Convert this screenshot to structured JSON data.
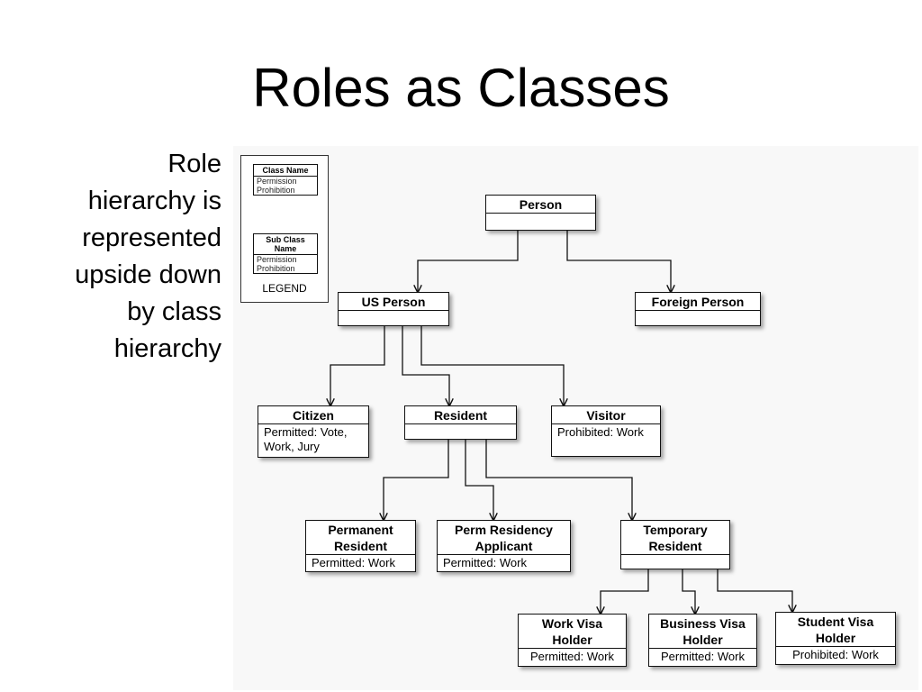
{
  "title": "Roles as Classes",
  "caption": [
    "Role",
    "hierarchy is",
    "represented",
    "upside down",
    "by class",
    "hierarchy"
  ],
  "legend": {
    "class_box": {
      "name": "Class Name",
      "lines": [
        "Permission",
        "Prohibition"
      ]
    },
    "sub_class_box": {
      "name": "Sub Class Name",
      "lines": [
        "Permission",
        "Prohibition"
      ]
    },
    "label": "LEGEND"
  },
  "nodes": {
    "person": {
      "name": "Person",
      "body": ""
    },
    "us_person": {
      "name": "US Person",
      "body": ""
    },
    "foreign_person": {
      "name": "Foreign Person",
      "body": ""
    },
    "citizen": {
      "name": "Citizen",
      "body": "Permitted: Vote, Work, Jury"
    },
    "resident": {
      "name": "Resident",
      "body": ""
    },
    "visitor": {
      "name": "Visitor",
      "body": "Prohibited: Work"
    },
    "permanent_resident": {
      "name": "Permanent Resident",
      "body": "Permitted: Work"
    },
    "perm_residency_applicant": {
      "name": "Perm Residency Applicant",
      "body": "Permitted: Work"
    },
    "temporary_resident": {
      "name": "Temporary Resident",
      "body": ""
    },
    "work_visa_holder": {
      "name": "Work Visa Holder",
      "body": "Permitted: Work"
    },
    "business_visa_holder": {
      "name": "Business Visa Holder",
      "body": "Permitted: Work"
    },
    "student_visa_holder": {
      "name": "Student Visa Holder",
      "body": "Prohibited: Work"
    }
  }
}
